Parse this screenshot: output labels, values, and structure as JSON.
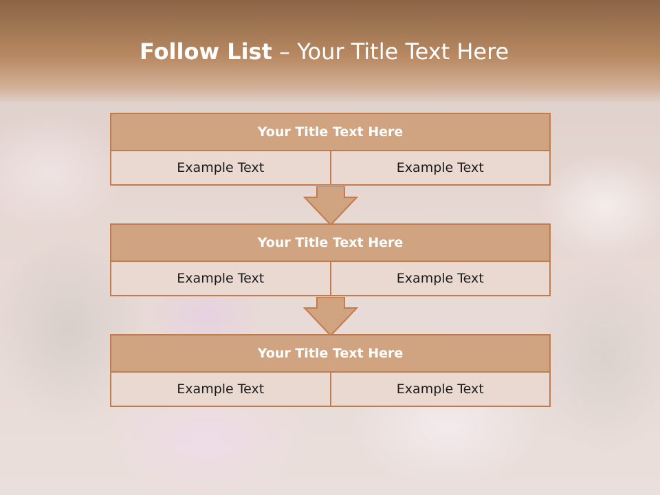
{
  "title": {
    "bold": "Follow List",
    "rest": " – Your Title Text Here"
  },
  "blocks": [
    {
      "heading": "Your Title Text Here",
      "left": "Example Text",
      "right": "Example Text"
    },
    {
      "heading": "Your Title Text Here",
      "left": "Example Text",
      "right": "Example Text"
    },
    {
      "heading": "Your Title Text Here",
      "left": "Example Text",
      "right": "Example Text"
    }
  ],
  "colors": {
    "header_top": "#8a6546",
    "block_head": "#d0a381",
    "block_border": "#c27b4e",
    "cell_bg": "#ead9d1"
  }
}
